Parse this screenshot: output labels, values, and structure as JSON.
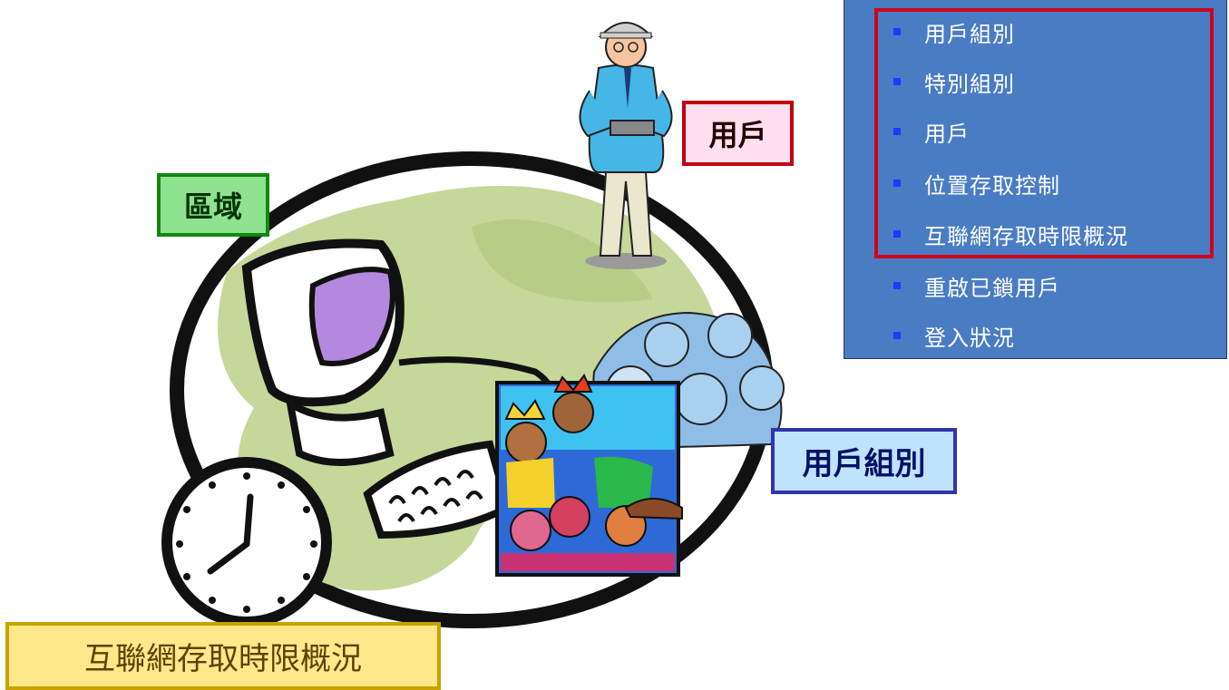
{
  "menu": {
    "items": [
      {
        "label": "用戶組別",
        "highlighted": true
      },
      {
        "label": "特別組別",
        "highlighted": true
      },
      {
        "label": "用戶",
        "highlighted": true
      },
      {
        "label": "位置存取控制",
        "highlighted": true
      },
      {
        "label": "互聯網存取時限概況",
        "highlighted": true
      },
      {
        "label": "重啟已鎖用戶",
        "highlighted": false
      },
      {
        "label": "登入狀況",
        "highlighted": false
      }
    ]
  },
  "labels": {
    "user": "用戶",
    "region": "區域",
    "user_group": "用戶組別",
    "access_quota": "互聯網存取時限概況"
  },
  "colors": {
    "menu_bg": "#4a7cc4",
    "highlight_border": "#d0021b",
    "globe_land": "#c6d79a"
  },
  "icons": [
    "globe-icon",
    "computer-icon",
    "user-person-icon",
    "user-group-icon",
    "clock-icon"
  ]
}
